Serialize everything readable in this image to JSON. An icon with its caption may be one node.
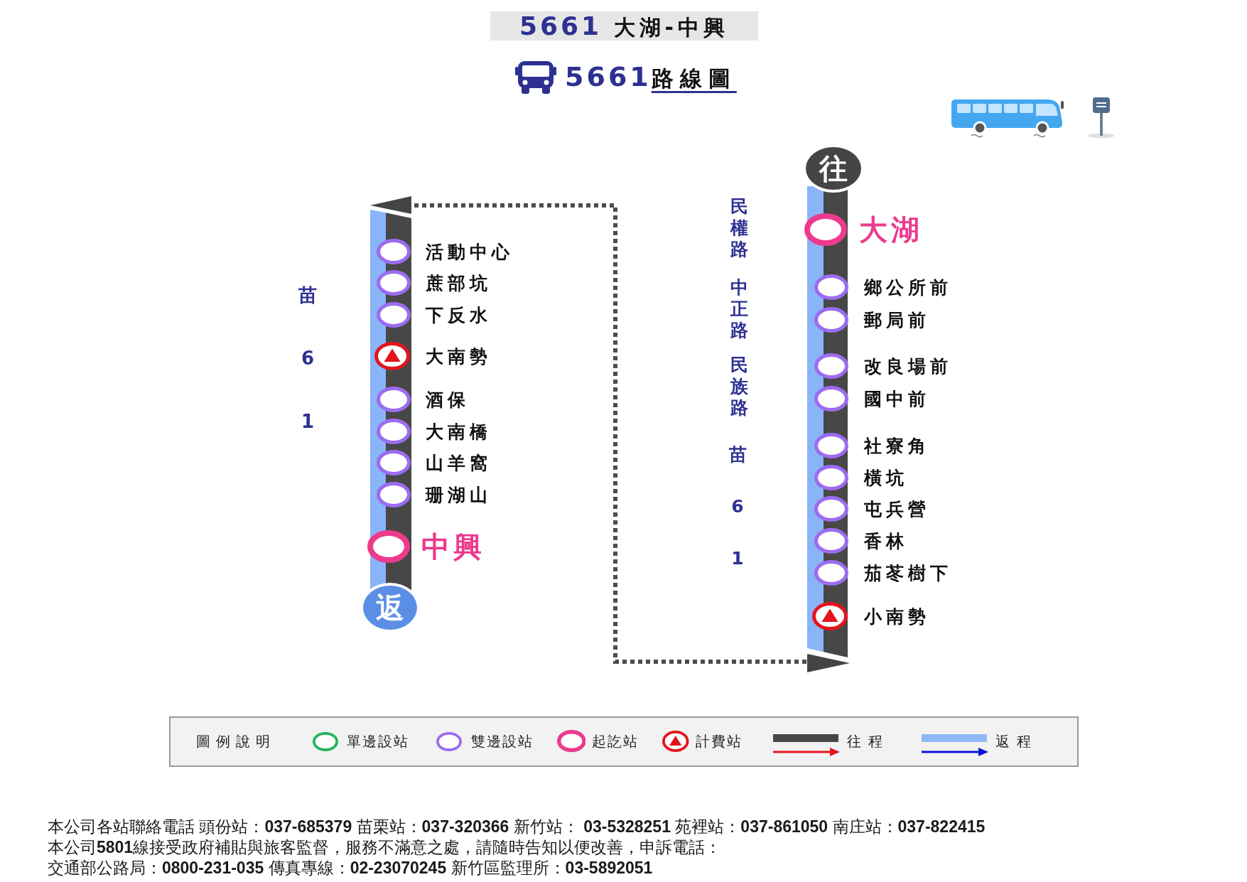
{
  "diagram": {
    "title": "**5661** 大湖-中興",
    "nodes": [
      {
        "text": [],
        "shape": "bar"
      },
      {
        "text": [],
        "shape": "circle",
        "beside": [
          "活動中心"
        ]
      },
      {
        "text": [],
        "shape": "circle",
        "beside": [
          "蔗部坑"
        ]
      },
      {
        "text": [],
        "shape": "circle",
        "beside": [
          "下反水"
        ]
      },
      {
        "text": [],
        "shape": "circle",
        "beside": [
          "大南勢"
        ]
      },
      {
        "text": [],
        "shape": "circle",
        "beside": [
          "酒保"
        ]
      },
      {
        "text": [],
        "shape": "circle",
        "beside": [
          "大南橋"
        ]
      },
      {
        "text": [],
        "shape": "circle",
        "beside": [
          "山羊窩"
        ]
      },
      {
        "text": [],
        "shape": "circle",
        "beside": [
          "珊湖山"
        ]
      },
      {
        "text": [],
        "shape": "circle",
        "beside": [
          "中興"
        ]
      },
      {
        "text": [
          "返"
        ]
      },
      {
        "text": [
          "往"
        ]
      },
      {
        "text": [],
        "shape": "bar"
      },
      {
        "text": [],
        "shape": "circle",
        "beside": [
          "大湖"
        ]
      },
      {
        "text": [],
        "shape": "circle",
        "beside": [
          "鄉公所前"
        ]
      },
      {
        "text": [],
        "shape": "circle",
        "beside": [
          "郵局前"
        ]
      },
      {
        "text": [],
        "shape": "circle",
        "beside": [
          "改良場前"
        ]
      },
      {
        "text": [],
        "shape": "circle",
        "beside": [
          "國中前"
        ]
      },
      {
        "text": [],
        "shape": "circle",
        "beside": [
          "社寮角"
        ]
      },
      {
        "text": [],
        "shape": "circle",
        "beside": [
          "橫坑"
        ]
      },
      {
        "text": [],
        "shape": "circle",
        "beside": [
          "屯兵營"
        ]
      },
      {
        "text": [],
        "shape": "circle",
        "beside": [
          "香林"
        ]
      },
      {
        "text": [],
        "shape": "circle",
        "beside": [
          "茄苳樹下"
        ]
      },
      {
        "text": [],
        "shape": "circle",
        "beside": [
          "小南勢"
        ]
      }
    ],
    "edges": [
      {
        "from": 12,
        "to": 0,
        "arrow": "none",
        "style": "dashed"
      }
    ],
    "labels": [
      "**5661**路線圖",
      "苗61",
      "民權路",
      "中正路",
      "民族路",
      "苗61",
      "圖例說明",
      "本公司各站聯絡電話 頭份站：**037-685379** 苗栗站：**037-320366** 新竹站： **03-5328251** 苑裡站：**037-861050** 南庄站：**037-822415**",
      "本公司**5801**線接受政府補貼與旅客監督，服務不滿意之處，請隨時告知以便改善，申訴電話：",
      "交通部公路局：**0800-231-035** 傳真專線：**02-23070245** 新竹區監理所：**03-5892051**"
    ],
    "legend": [
      {
        "text": "單邊設站"
      },
      {
        "text": "雙邊設站"
      },
      {
        "text": "起訖站"
      },
      {
        "text": "計費站"
      },
      {
        "text": "往 程"
      },
      {
        "text": "返 程"
      }
    ]
  }
}
